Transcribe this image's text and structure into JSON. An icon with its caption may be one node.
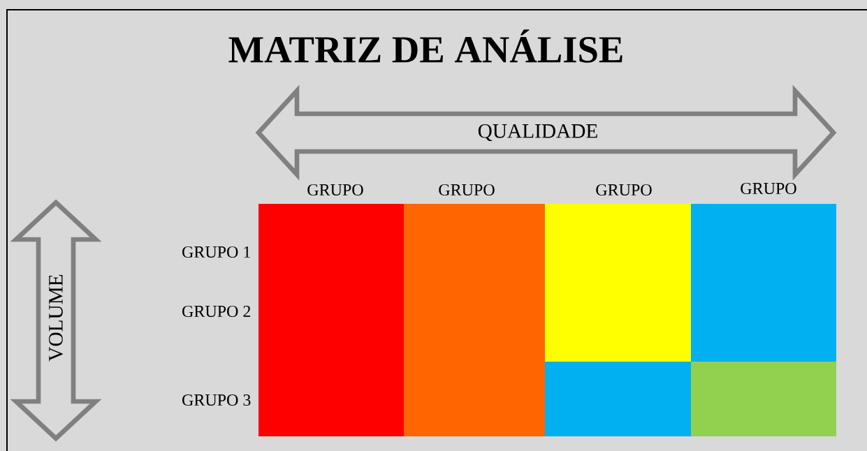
{
  "diagram": {
    "title": "MATRIZ DE ANÁLISE",
    "nodes": [
      {
        "text": [
          "QUALIDADE"
        ]
      },
      {
        "text": [
          "VOLUME"
        ]
      }
    ],
    "labels": [
      "GRUPO",
      "GRUPO",
      "GRUPO",
      "GRUPO",
      "GRUPO 1",
      "GRUPO  2",
      "GRUPO 3"
    ]
  }
}
